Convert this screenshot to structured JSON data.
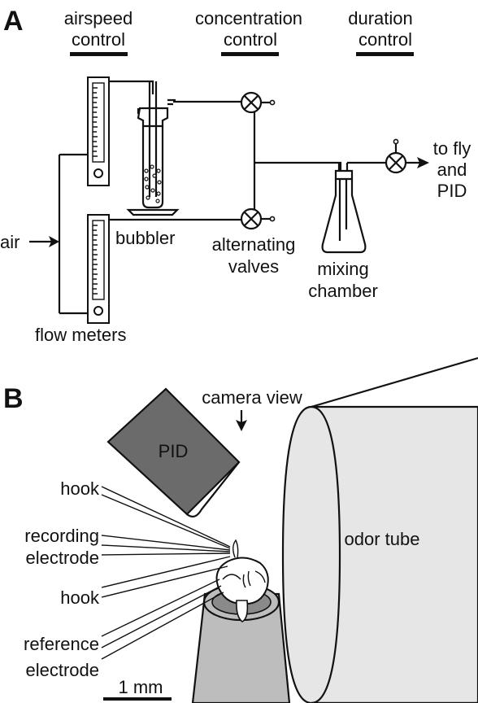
{
  "panel_a": {
    "letter": "A",
    "headers": {
      "airspeed": [
        "airspeed",
        "control"
      ],
      "concentration": [
        "concentration",
        "control"
      ],
      "duration": [
        "duration",
        "control"
      ]
    },
    "labels": {
      "air": "air",
      "bubbler": "bubbler",
      "flow_meters": "flow meters",
      "alternating_valves": [
        "alternating",
        "valves"
      ],
      "mixing_chamber": [
        "mixing",
        "chamber"
      ],
      "to_fly": [
        "to fly",
        "and",
        "PID"
      ]
    }
  },
  "panel_b": {
    "letter": "B",
    "labels": {
      "camera_view": "camera view",
      "pid": "PID",
      "odor_tube": "odor tube",
      "hook_1": "hook",
      "recording_electrode": [
        "recording",
        "electrode"
      ],
      "hook_2": "hook",
      "reference_electrode": [
        "reference",
        "electrode"
      ],
      "scale_bar": "1 mm"
    }
  },
  "colors": {
    "pid_box": "#6b6b6b",
    "odor_tube": "#e6e6e6",
    "fly_holder": "#bdbdbd",
    "line": "#111111"
  }
}
